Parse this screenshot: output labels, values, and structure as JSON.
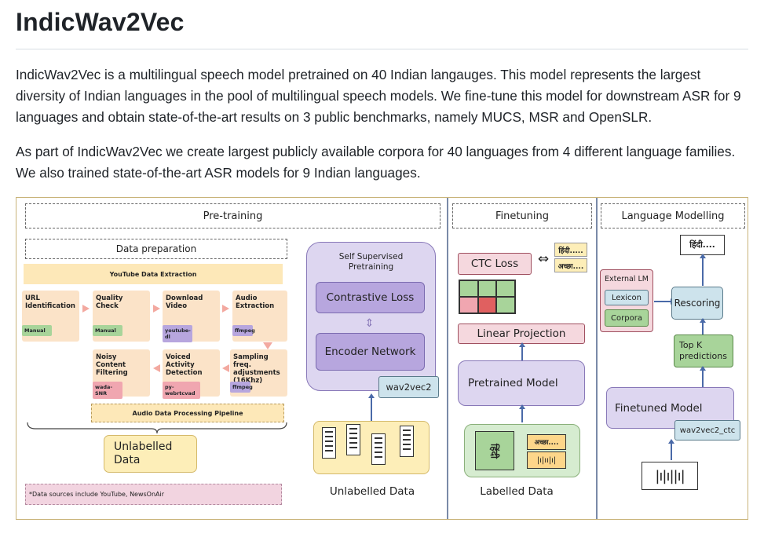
{
  "page": {
    "title": "IndicWav2Vec",
    "paragraphs": [
      "IndicWav2Vec is a multilingual speech model pretrained on 40 Indian langauges. This model represents the largest diversity of Indian languages in the pool of multilingual speech models. We fine-tune this model for downstream ASR for 9 languages and obtain state-of-the-art results on 3 public benchmarks, namely MUCS, MSR and OpenSLR.",
      "As part of IndicWav2Vec we create largest publicly available corpora for 40 languages from 4 different language families. We also trained state-of-the-art ASR models for 9 Indian languages."
    ]
  },
  "figure": {
    "pretraining": {
      "header": "Pre-training",
      "data_prep_header": "Data preparation",
      "youtube_extraction": "YouTube Data Extraction",
      "steps": [
        {
          "label": "URL Identification",
          "tag": "Manual"
        },
        {
          "label": "Quality Check",
          "tag": "Manual"
        },
        {
          "label": "Download Video",
          "tag": "youtube-dl"
        },
        {
          "label": "Audio Extraction",
          "tag": "ffmpeg"
        },
        {
          "label": "Sampling freq. adjustments (16Khz)",
          "tag": "ffmpeg"
        },
        {
          "label": "Voiced Activity Detection",
          "tag": "py-webrtcvad"
        },
        {
          "label": "Noisy Content Filtering",
          "tag": "wada-SNR"
        }
      ],
      "pipeline_label": "Audio Data Processing Pipeline",
      "unlabelled_box": "Unlabelled Data",
      "sources_note": "*Data  sources include YouTube, NewsOnAir",
      "ssl_title": "Self Supervised Pretraining",
      "contrastive_loss": "Contrastive Loss",
      "encoder_network": "Encoder Network",
      "model_tag": "wav2vec2",
      "unlabelled_caption": "Unlabelled Data"
    },
    "finetuning": {
      "header": "Finetuning",
      "ctc_loss": "CTC Loss",
      "hindi_text": "हिंदी.....",
      "accha_text": "अच्छा....",
      "linear_projection": "Linear Projection",
      "pretrained_model": "Pretrained Model",
      "card_hindi": "हिंदी",
      "labelled_caption": "Labelled Data"
    },
    "language_modelling": {
      "header": "Language Modelling",
      "output_text": "हिंदी....",
      "external_lm": "External LM",
      "lexicon": "Lexicon",
      "corpora": "Corpora",
      "rescoring": "Rescoring",
      "top_k": "Top K predictions",
      "finetuned_model": "Finetuned Model",
      "model_tag": "wav2vec2_ctc"
    },
    "grid_colors": [
      "#a8d49a",
      "#a8d49a",
      "#a8d49a",
      "#f0a6b0",
      "#e06060",
      "#a8d49a"
    ]
  }
}
